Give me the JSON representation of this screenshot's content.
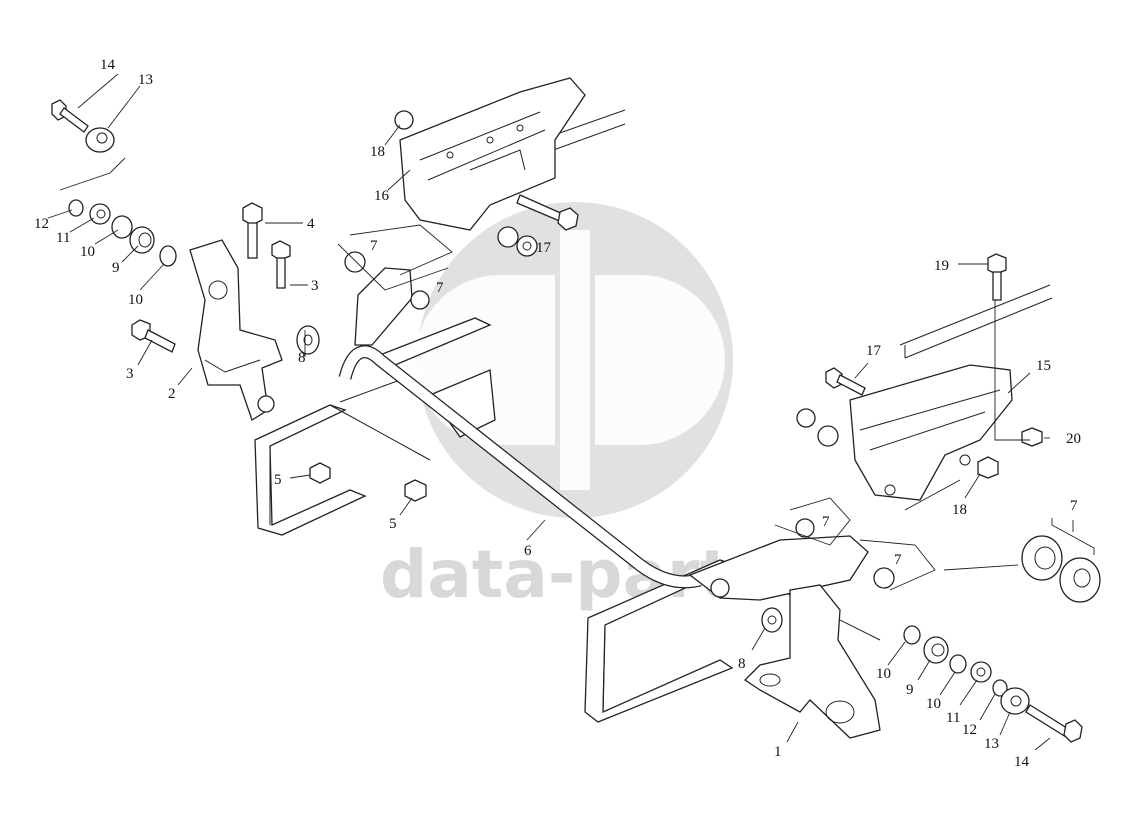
{
  "watermark": {
    "text": "data-parts",
    "color": "#bdbdbd"
  },
  "callouts": [
    {
      "id": "c14a",
      "text": "14"
    },
    {
      "id": "c13a",
      "text": "13"
    },
    {
      "id": "c12a",
      "text": "12"
    },
    {
      "id": "c11a",
      "text": "11"
    },
    {
      "id": "c10a",
      "text": "10"
    },
    {
      "id": "c9a",
      "text": "9"
    },
    {
      "id": "c10b",
      "text": "10"
    },
    {
      "id": "c4",
      "text": "4"
    },
    {
      "id": "c3a",
      "text": "3"
    },
    {
      "id": "c8a",
      "text": "8"
    },
    {
      "id": "c3b",
      "text": "3"
    },
    {
      "id": "c2",
      "text": "2"
    },
    {
      "id": "c18a",
      "text": "18"
    },
    {
      "id": "c16",
      "text": "16"
    },
    {
      "id": "c17a",
      "text": "17"
    },
    {
      "id": "c7a",
      "text": "7"
    },
    {
      "id": "c7b",
      "text": "7"
    },
    {
      "id": "c5a",
      "text": "5"
    },
    {
      "id": "c5b",
      "text": "5"
    },
    {
      "id": "c6",
      "text": "6"
    },
    {
      "id": "c19",
      "text": "19"
    },
    {
      "id": "c17b",
      "text": "17"
    },
    {
      "id": "c15",
      "text": "15"
    },
    {
      "id": "c20",
      "text": "20"
    },
    {
      "id": "c18b",
      "text": "18"
    },
    {
      "id": "c7c",
      "text": "7"
    },
    {
      "id": "c7d",
      "text": "7"
    },
    {
      "id": "c7e",
      "text": "7"
    },
    {
      "id": "c8b",
      "text": "8"
    },
    {
      "id": "c10c",
      "text": "10"
    },
    {
      "id": "c9b",
      "text": "9"
    },
    {
      "id": "c10d",
      "text": "10"
    },
    {
      "id": "c11b",
      "text": "11"
    },
    {
      "id": "c12b",
      "text": "12"
    },
    {
      "id": "c13b",
      "text": "13"
    },
    {
      "id": "c14b",
      "text": "14"
    },
    {
      "id": "c1",
      "text": "1"
    }
  ]
}
